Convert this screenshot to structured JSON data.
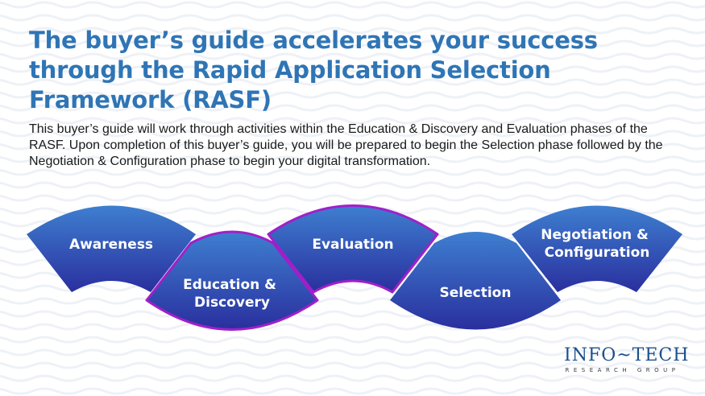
{
  "slide": {
    "title": "The buyer’s guide accelerates your success through the Rapid Application Selection Framework (RASF)",
    "intro": "This buyer’s guide will work through activities within the Education & Discovery and Evaluation phases of the RASF. Upon completion of this buyer’s guide, you will be prepared to begin the Selection phase followed by the Negotiation & Configuration phase to begin your digital transformation."
  },
  "phases": [
    {
      "lines": [
        "Awareness"
      ]
    },
    {
      "lines": [
        "Education &",
        "Discovery"
      ]
    },
    {
      "lines": [
        "Evaluation"
      ]
    },
    {
      "lines": [
        "Selection"
      ]
    },
    {
      "lines": [
        "Negotiation &",
        "Configuration"
      ]
    }
  ],
  "colors": {
    "title": "#2f75b5",
    "phase_top": "#3e7fd0",
    "phase_bottom": "#2a2f9e",
    "highlight_border": "#a020c8"
  },
  "logo": {
    "main": "INFO~TECH",
    "sub": "RESEARCH GROUP"
  }
}
